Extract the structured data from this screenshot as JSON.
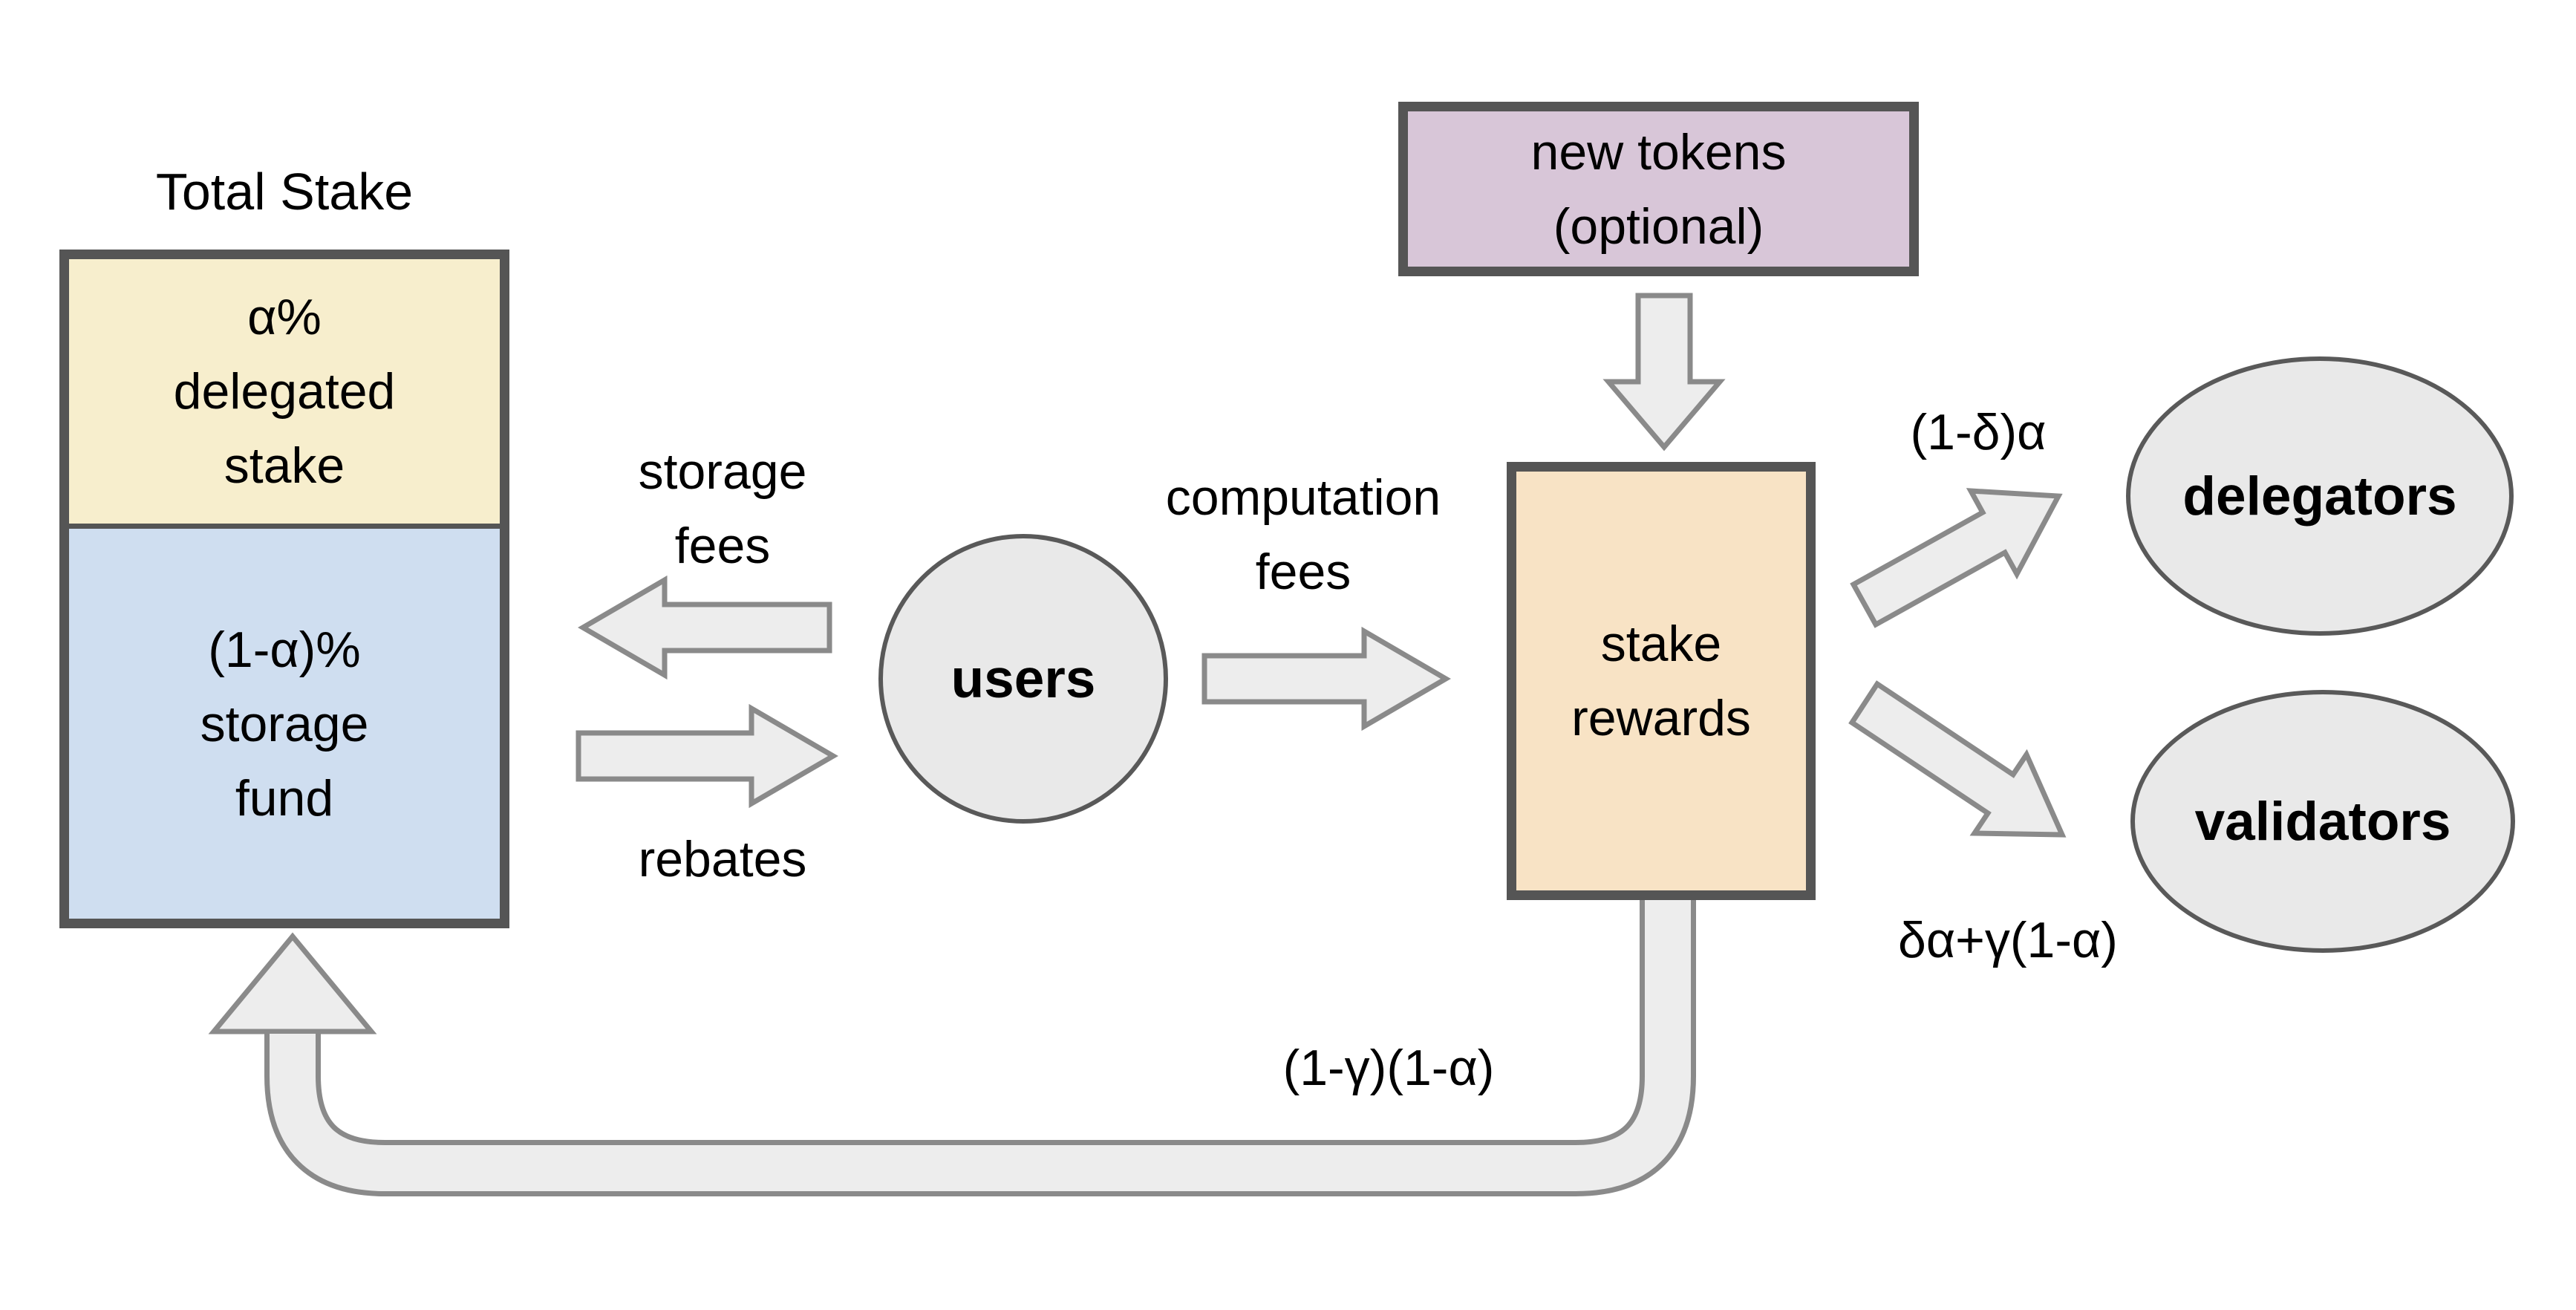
{
  "diagram": {
    "title": "Total Stake",
    "total_stake": {
      "delegated": "α%\ndelegated\nstake",
      "storage_fund": "(1-α)%\nstorage\nfund"
    },
    "nodes": {
      "users": "users",
      "new_tokens": "new tokens\n(optional)",
      "stake_rewards": "stake\nrewards",
      "delegators": "delegators",
      "validators": "validators"
    },
    "flow_labels": {
      "storage_fees": "storage\nfees",
      "rebates": "rebates",
      "computation_fees": "computation\nfees",
      "delegators_share": "(1-δ)α",
      "validators_share": "δα+γ(1-α)",
      "storage_fund_share": "(1-γ)(1-α)"
    },
    "colors": {
      "delegated_fill": "#f7eecd",
      "storage_fund_fill": "#cfdef0",
      "new_tokens_fill": "#d8c6d8",
      "stake_rewards_fill": "#f8e3c5",
      "node_fill": "#e9e9e9",
      "arrow_fill": "#ededed",
      "arrow_stroke": "#8a8a8a",
      "border": "#555555",
      "background": "#ffffff"
    }
  }
}
